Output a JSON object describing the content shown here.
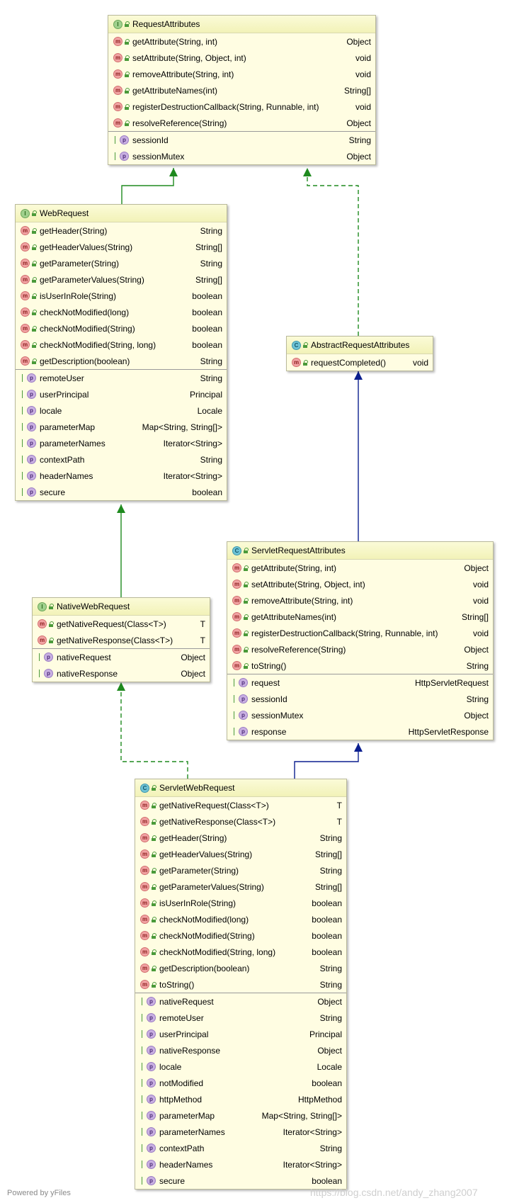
{
  "classes": [
    {
      "id": "request-attributes",
      "name": "RequestAttributes",
      "kind": "I",
      "methods": [
        {
          "name": "getAttribute(String, int)",
          "type": "Object"
        },
        {
          "name": "setAttribute(String, Object, int)",
          "type": "void"
        },
        {
          "name": "removeAttribute(String, int)",
          "type": "void"
        },
        {
          "name": "getAttributeNames(int)",
          "type": "String[]"
        },
        {
          "name": "registerDestructionCallback(String, Runnable, int)",
          "type": "void"
        },
        {
          "name": "resolveReference(String)",
          "type": "Object"
        }
      ],
      "properties": [
        {
          "name": "sessionId",
          "type": "String"
        },
        {
          "name": "sessionMutex",
          "type": "Object"
        }
      ]
    },
    {
      "id": "web-request",
      "name": "WebRequest",
      "kind": "I",
      "methods": [
        {
          "name": "getHeader(String)",
          "type": "String"
        },
        {
          "name": "getHeaderValues(String)",
          "type": "String[]"
        },
        {
          "name": "getParameter(String)",
          "type": "String"
        },
        {
          "name": "getParameterValues(String)",
          "type": "String[]"
        },
        {
          "name": "isUserInRole(String)",
          "type": "boolean"
        },
        {
          "name": "checkNotModified(long)",
          "type": "boolean"
        },
        {
          "name": "checkNotModified(String)",
          "type": "boolean"
        },
        {
          "name": "checkNotModified(String, long)",
          "type": "boolean"
        },
        {
          "name": "getDescription(boolean)",
          "type": "String"
        }
      ],
      "properties": [
        {
          "name": "remoteUser",
          "type": "String"
        },
        {
          "name": "userPrincipal",
          "type": "Principal"
        },
        {
          "name": "locale",
          "type": "Locale"
        },
        {
          "name": "parameterMap",
          "type": "Map<String, String[]>"
        },
        {
          "name": "parameterNames",
          "type": "Iterator<String>"
        },
        {
          "name": "contextPath",
          "type": "String"
        },
        {
          "name": "headerNames",
          "type": "Iterator<String>"
        },
        {
          "name": "secure",
          "type": "boolean"
        }
      ]
    },
    {
      "id": "abstract-request-attributes",
      "name": "AbstractRequestAttributes",
      "kind": "C",
      "methods": [
        {
          "name": "requestCompleted()",
          "type": "void"
        }
      ],
      "properties": []
    },
    {
      "id": "native-web-request",
      "name": "NativeWebRequest",
      "kind": "I",
      "methods": [
        {
          "name": "getNativeRequest(Class<T>)",
          "type": "T"
        },
        {
          "name": "getNativeResponse(Class<T>)",
          "type": "T"
        }
      ],
      "properties": [
        {
          "name": "nativeRequest",
          "type": "Object"
        },
        {
          "name": "nativeResponse",
          "type": "Object"
        }
      ]
    },
    {
      "id": "servlet-request-attributes",
      "name": "ServletRequestAttributes",
      "kind": "C",
      "methods": [
        {
          "name": "getAttribute(String, int)",
          "type": "Object"
        },
        {
          "name": "setAttribute(String, Object, int)",
          "type": "void"
        },
        {
          "name": "removeAttribute(String, int)",
          "type": "void"
        },
        {
          "name": "getAttributeNames(int)",
          "type": "String[]"
        },
        {
          "name": "registerDestructionCallback(String, Runnable, int)",
          "type": "void"
        },
        {
          "name": "resolveReference(String)",
          "type": "Object"
        },
        {
          "name": "toString()",
          "type": "String"
        }
      ],
      "properties": [
        {
          "name": "request",
          "type": "HttpServletRequest"
        },
        {
          "name": "sessionId",
          "type": "String"
        },
        {
          "name": "sessionMutex",
          "type": "Object"
        },
        {
          "name": "response",
          "type": "HttpServletResponse"
        }
      ]
    },
    {
      "id": "servlet-web-request",
      "name": "ServletWebRequest",
      "kind": "C",
      "methods": [
        {
          "name": "getNativeRequest(Class<T>)",
          "type": "T"
        },
        {
          "name": "getNativeResponse(Class<T>)",
          "type": "T"
        },
        {
          "name": "getHeader(String)",
          "type": "String"
        },
        {
          "name": "getHeaderValues(String)",
          "type": "String[]"
        },
        {
          "name": "getParameter(String)",
          "type": "String"
        },
        {
          "name": "getParameterValues(String)",
          "type": "String[]"
        },
        {
          "name": "isUserInRole(String)",
          "type": "boolean"
        },
        {
          "name": "checkNotModified(long)",
          "type": "boolean"
        },
        {
          "name": "checkNotModified(String)",
          "type": "boolean"
        },
        {
          "name": "checkNotModified(String, long)",
          "type": "boolean"
        },
        {
          "name": "getDescription(boolean)",
          "type": "String"
        },
        {
          "name": "toString()",
          "type": "String"
        }
      ],
      "properties": [
        {
          "name": "nativeRequest",
          "type": "Object"
        },
        {
          "name": "remoteUser",
          "type": "String"
        },
        {
          "name": "userPrincipal",
          "type": "Principal"
        },
        {
          "name": "nativeResponse",
          "type": "Object"
        },
        {
          "name": "locale",
          "type": "Locale"
        },
        {
          "name": "notModified",
          "type": "boolean"
        },
        {
          "name": "httpMethod",
          "type": "HttpMethod"
        },
        {
          "name": "parameterMap",
          "type": "Map<String, String[]>"
        },
        {
          "name": "parameterNames",
          "type": "Iterator<String>"
        },
        {
          "name": "contextPath",
          "type": "String"
        },
        {
          "name": "headerNames",
          "type": "Iterator<String>"
        },
        {
          "name": "secure",
          "type": "boolean"
        }
      ]
    }
  ],
  "relations": [
    {
      "from": "web-request",
      "to": "request-attributes",
      "kind": "extends",
      "color": "#1e8a1e"
    },
    {
      "from": "abstract-request-attributes",
      "to": "request-attributes",
      "kind": "implements",
      "color": "#1e8a1e"
    },
    {
      "from": "native-web-request",
      "to": "web-request",
      "kind": "extends",
      "color": "#1e8a1e"
    },
    {
      "from": "servlet-request-attributes",
      "to": "abstract-request-attributes",
      "kind": "extends",
      "color": "#0b1f8f"
    },
    {
      "from": "servlet-web-request",
      "to": "native-web-request",
      "kind": "implements",
      "color": "#1e8a1e"
    },
    {
      "from": "servlet-web-request",
      "to": "servlet-request-attributes",
      "kind": "extends",
      "color": "#0b1f8f"
    }
  ],
  "footer": {
    "left": "Powered by yFiles",
    "right": "https://blog.csdn.net/andy_zhang2007"
  }
}
